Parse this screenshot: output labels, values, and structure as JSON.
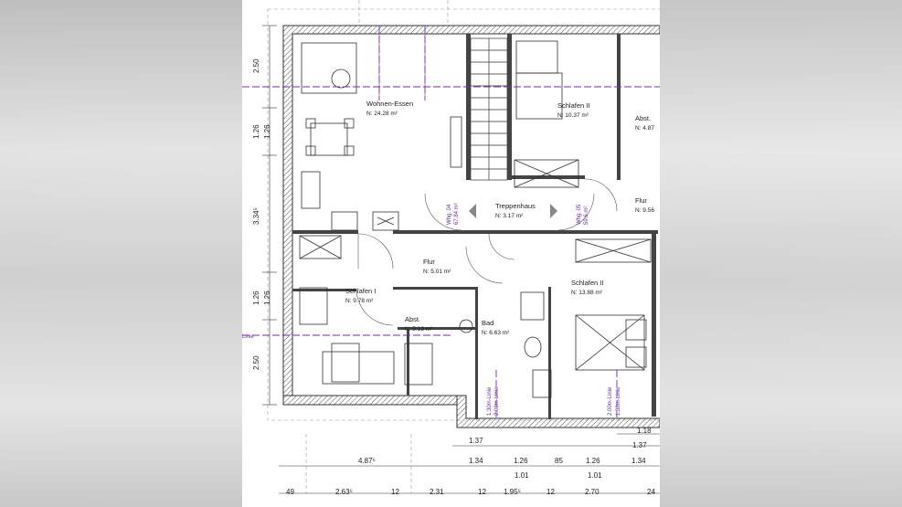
{
  "rooms": {
    "wohnen": {
      "name": "Wohnen-Essen",
      "area": "N: 24.28 m²"
    },
    "schlafen2_top": {
      "name": "Schlafen II",
      "area": "N: 10.37 m²"
    },
    "abst_top": {
      "name": "Abst.",
      "area": "N: 4.87"
    },
    "treppenhaus": {
      "name": "Treppenhaus",
      "area": "N: 3.17 m²"
    },
    "flur_right": {
      "name": "Flur",
      "area": "N: 9.56"
    },
    "flur": {
      "name": "Flur",
      "area": "N: 5.01 m²"
    },
    "schlafen1": {
      "name": "Schlafen I",
      "area": "N: 9.78 m²"
    },
    "schlafen2_bottom": {
      "name": "Schlafen II",
      "area": "N: 13.88 m²"
    },
    "abst_bottom": {
      "name": "Abst.",
      "area": "N: 5.13 m²"
    },
    "bad": {
      "name": "Bad",
      "area": "N: 6.63 m²"
    }
  },
  "units": {
    "w04": {
      "name": "Whg. 04",
      "area": "67.84 m²"
    },
    "w05": {
      "name": "Whg. 05",
      "area": "59.6 m²"
    }
  },
  "lines": {
    "l130": "1.30m-Linie",
    "l200": "2.00m-Linie",
    "linie": "Linie"
  },
  "dims_left": [
    "2.50",
    "1.26",
    "1.26",
    "3.34⁵",
    "1.26",
    "1.26",
    "2.50"
  ],
  "dims_bottom_r1": [
    "1.18"
  ],
  "dims_bottom_r2": [
    "1.37",
    "1.37"
  ],
  "dims_bottom_r3": [
    "4.87⁵",
    "1.34",
    "1.26",
    "85",
    "1.26",
    "1.34"
  ],
  "dims_bottom_r4": [
    "1.01",
    "1.01"
  ],
  "dims_bottom_r5": [
    "49",
    "2.63⁵",
    "12",
    "2.31",
    "12",
    "1.95⁵",
    "12",
    "2.70",
    "24"
  ]
}
